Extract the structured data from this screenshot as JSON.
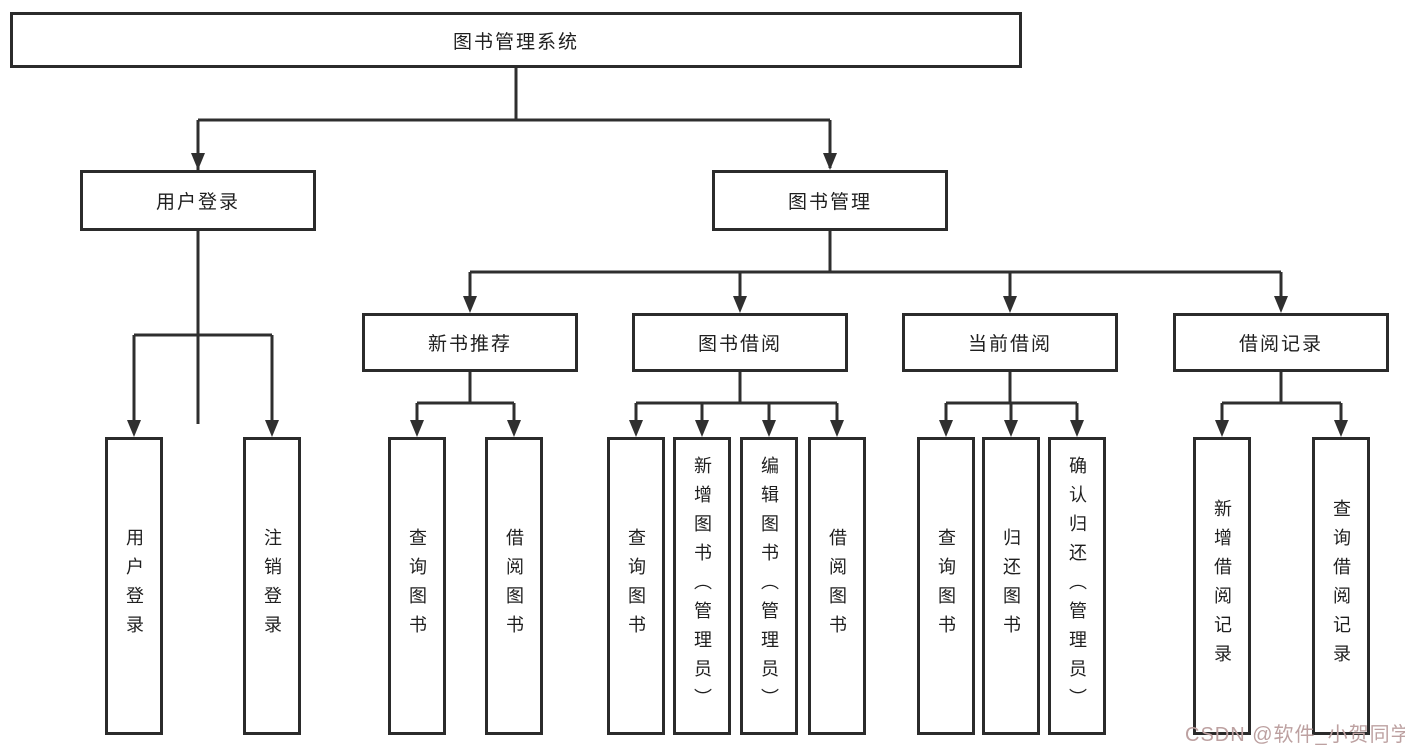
{
  "title": "图书管理系统",
  "watermark": "CSDN @软件_小贺同学",
  "colors": {
    "background": "#ffffff",
    "line": "#2f2f2f",
    "box_border": "#2b2b2b",
    "text": "#1f1f1f",
    "watermark": "#bda1a1"
  },
  "chart_type": "tree-diagram",
  "tree": {
    "root": {
      "label": "图书管理系统"
    },
    "level2": [
      {
        "label": "用户登录"
      },
      {
        "label": "图书管理"
      }
    ],
    "level3": [
      {
        "label": "新书推荐"
      },
      {
        "label": "图书借阅"
      },
      {
        "label": "当前借阅"
      },
      {
        "label": "借阅记录"
      }
    ],
    "groups": [
      {
        "parent": "用户登录",
        "leaves": [
          "用户登录",
          "注销登录"
        ]
      },
      {
        "parent": "新书推荐",
        "leaves": [
          "查询图书",
          "借阅图书"
        ]
      },
      {
        "parent": "图书借阅",
        "leaves": [
          "查询图书",
          "新增图书（管理员）",
          "编辑图书（管理员）",
          "借阅图书"
        ]
      },
      {
        "parent": "当前借阅",
        "leaves": [
          "查询图书",
          "归还图书",
          "确认归还（管理员）"
        ]
      },
      {
        "parent": "借阅记录",
        "leaves": [
          "新增借阅记录",
          "查询借阅记录"
        ]
      }
    ]
  }
}
